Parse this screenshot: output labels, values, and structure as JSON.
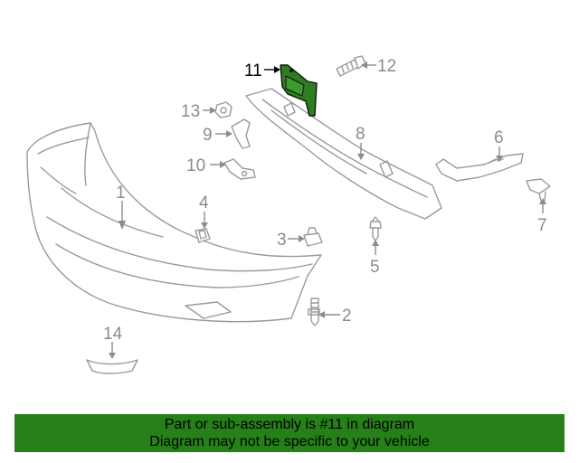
{
  "diagram": {
    "callouts": {
      "c1": "1",
      "c2": "2",
      "c3": "3",
      "c4": "4",
      "c5": "5",
      "c6": "6",
      "c7": "7",
      "c8": "8",
      "c9": "9",
      "c10": "10",
      "c11": "11",
      "c12": "12",
      "c13": "13",
      "c14": "14"
    },
    "highlighted_part": "11",
    "highlight_color": "#2f7d21"
  },
  "banner": {
    "line1": "Part or sub-assembly is #11 in diagram",
    "line2": "Diagram may not be specific to your vehicle",
    "background": "#268018"
  }
}
